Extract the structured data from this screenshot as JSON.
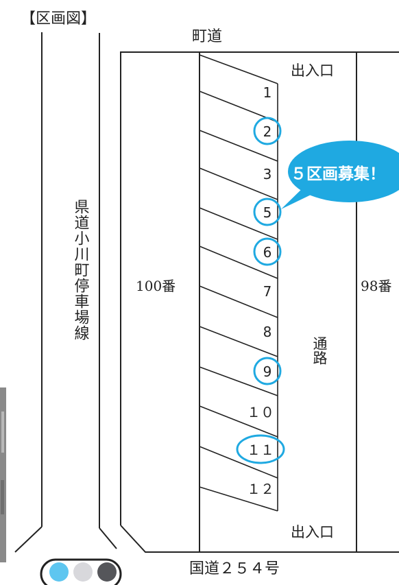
{
  "title": "【区画図】",
  "road_top": "町道",
  "road_bottom": "国道２５４号",
  "entrance_top": "出入口",
  "entrance_bottom": "出入口",
  "left_road": "県道小川町停車場線",
  "lot_left": "100番",
  "lot_right": "98番",
  "passage": "通路",
  "callout": "５区画募集！",
  "spaces": [
    {
      "label": "1",
      "available": false
    },
    {
      "label": "2",
      "available": true
    },
    {
      "label": "3",
      "available": false
    },
    {
      "label": "5",
      "available": true
    },
    {
      "label": "6",
      "available": true
    },
    {
      "label": "7",
      "available": false
    },
    {
      "label": "8",
      "available": false
    },
    {
      "label": "9",
      "available": true
    },
    {
      "label": "１０",
      "available": false
    },
    {
      "label": "１１",
      "available": true
    },
    {
      "label": "１２",
      "available": false
    }
  ],
  "colors": {
    "accent": "#1fa9e1",
    "line": "#222222",
    "light_dot": "#5ec6f0",
    "gray_dot": "#d8d8dc",
    "dark_dot": "#55565a"
  }
}
